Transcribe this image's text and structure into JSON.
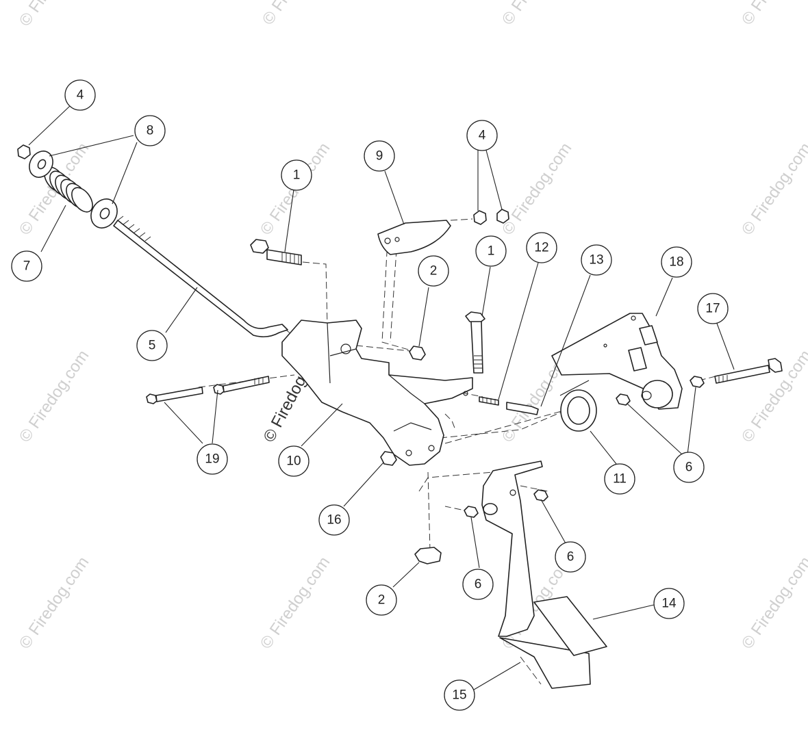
{
  "watermarks": {
    "small": "© Firedog.com",
    "center": "© Firedog.com"
  },
  "callouts": [
    {
      "id": "c-4a",
      "label": "4"
    },
    {
      "id": "c-8",
      "label": "8"
    },
    {
      "id": "c-7",
      "label": "7"
    },
    {
      "id": "c-1a",
      "label": "1"
    },
    {
      "id": "c-9",
      "label": "9"
    },
    {
      "id": "c-4b",
      "label": "4"
    },
    {
      "id": "c-2a",
      "label": "2"
    },
    {
      "id": "c-1b",
      "label": "1"
    },
    {
      "id": "c-12",
      "label": "12"
    },
    {
      "id": "c-13",
      "label": "13"
    },
    {
      "id": "c-18",
      "label": "18"
    },
    {
      "id": "c-17",
      "label": "17"
    },
    {
      "id": "c-5",
      "label": "5"
    },
    {
      "id": "c-19",
      "label": "19"
    },
    {
      "id": "c-10",
      "label": "10"
    },
    {
      "id": "c-11",
      "label": "11"
    },
    {
      "id": "c-6a",
      "label": "6"
    },
    {
      "id": "c-16",
      "label": "16"
    },
    {
      "id": "c-6b",
      "label": "6"
    },
    {
      "id": "c-6c",
      "label": "6"
    },
    {
      "id": "c-2b",
      "label": "2"
    },
    {
      "id": "c-14",
      "label": "14"
    },
    {
      "id": "c-15",
      "label": "15"
    }
  ]
}
